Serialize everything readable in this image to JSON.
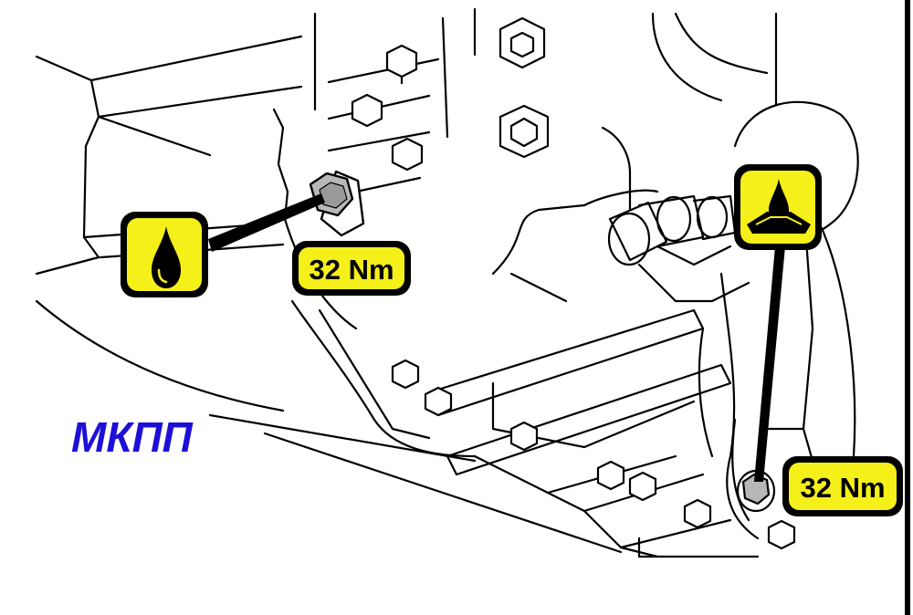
{
  "diagram": {
    "title": "МКПП",
    "fill_plug": {
      "torque_label": "32 Nm",
      "icon": "oil-drop-icon"
    },
    "drain_plug": {
      "torque_label": "32 Nm",
      "icon": "oil-drain-icon"
    }
  },
  "colors": {
    "badge_fill": "#f5ef1a",
    "badge_stroke": "#000000",
    "title_color": "#1c10d8",
    "line_color": "#000000",
    "plug_fill": "#b8b8b8"
  }
}
